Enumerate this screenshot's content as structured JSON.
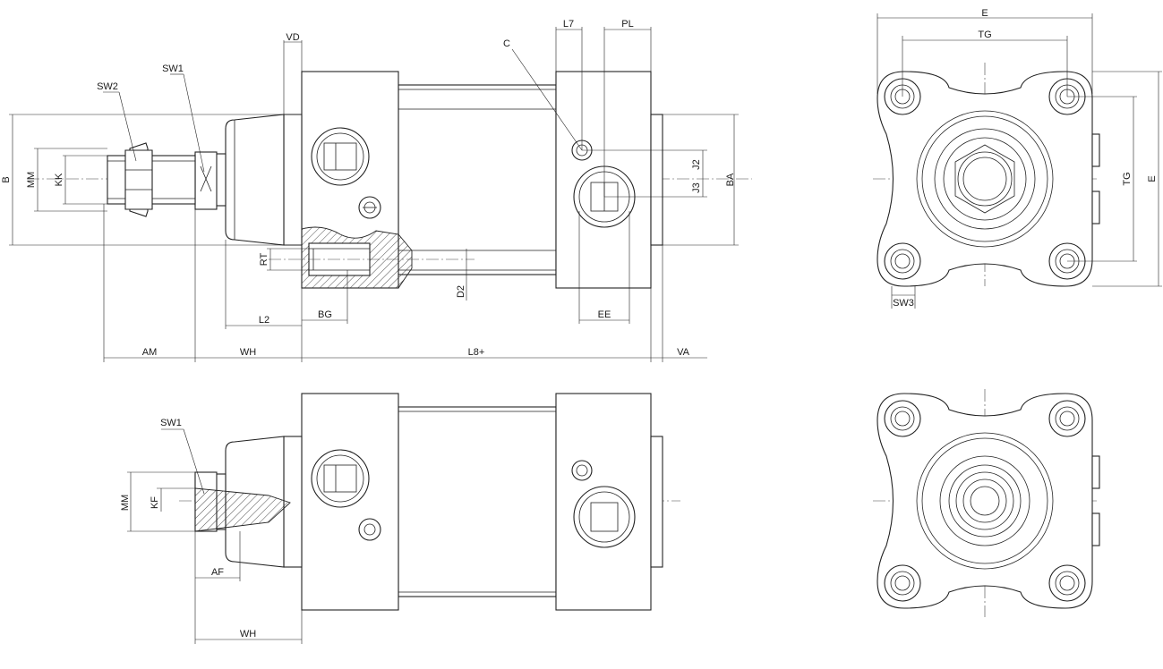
{
  "labels": {
    "vd": "VD",
    "l7": "L7",
    "pl": "PL",
    "c": "C",
    "sw1_top": "SW1",
    "sw2": "SW2",
    "b": "B",
    "mm_top": "MM",
    "kk": "KK",
    "j2": "J2",
    "j3": "J3",
    "ba": "BA",
    "rt": "RT",
    "d2": "D2",
    "l2": "L2",
    "bg": "BG",
    "ee": "EE",
    "am": "AM",
    "wh_top": "WH",
    "l8": "L8+",
    "va": "VA",
    "sw1_bottom": "SW1",
    "mm_bottom": "MM",
    "kf": "KF",
    "af": "AF",
    "wh_bottom": "WH",
    "e_top": "E",
    "tg_top": "TG",
    "tg_side": "TG",
    "e_side": "E",
    "sw3": "SW3"
  }
}
